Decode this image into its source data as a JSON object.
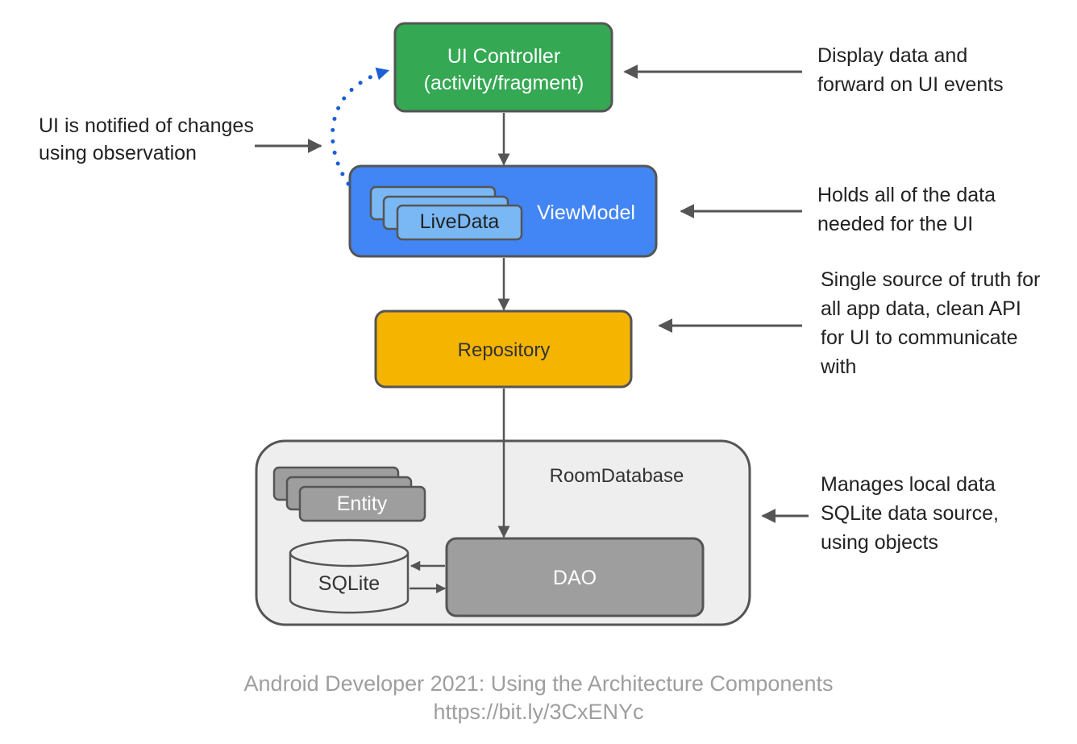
{
  "nodes": {
    "ui_controller": {
      "line1": "UI Controller",
      "line2": "(activity/fragment)",
      "color": "#34a853"
    },
    "view_model": {
      "label": "ViewModel",
      "color": "#4285f4"
    },
    "live_data": {
      "label": "LiveData",
      "color": "#7ab8f5"
    },
    "repository": {
      "label": "Repository",
      "color": "#f4b400"
    },
    "room_database": {
      "label": "RoomDatabase",
      "color": "#eeeeee"
    },
    "entity": {
      "label": "Entity",
      "color": "#9e9e9e"
    },
    "sqlite": {
      "label": "SQLite",
      "color": "#eeeeee"
    },
    "dao": {
      "label": "DAO",
      "color": "#9e9e9e"
    }
  },
  "annotations": {
    "ui_controller": [
      "Display data and",
      "forward on UI events"
    ],
    "observation": [
      "UI is notified of changes",
      "using observation"
    ],
    "view_model": [
      "Holds all of the data",
      "needed for the UI"
    ],
    "repository": [
      "Single source of truth for",
      "all app data, clean API",
      "for UI to communicate",
      "with"
    ],
    "room_database": [
      "Manages local data",
      "SQLite data source,",
      "using objects"
    ]
  },
  "caption": {
    "line1": "Android Developer 2021: Using the Architecture Components",
    "line2": "https://bit.ly/3CxENYc"
  },
  "colors": {
    "arrow": "#555555",
    "observer_arrow": "#1a5fd6",
    "border": "#555555"
  }
}
